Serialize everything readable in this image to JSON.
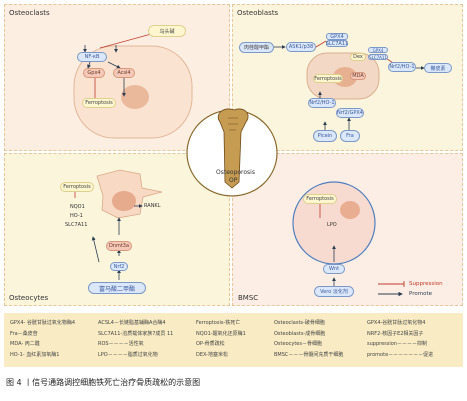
{
  "panels": {
    "osteoclasts": "Osteoclasts",
    "osteoblasts": "Osteoblasts",
    "osteocytes": "Osteocytes",
    "bmsc": "BMSC",
    "center_title": "Osteoporosis",
    "center_subtitle": "OP"
  },
  "osteoclasts": {
    "drug": "乌头碱",
    "nfkb": "NF-κB",
    "gpx4": "Gpx4",
    "acsl4": "Acsl4",
    "ferroptosis": "Ferroptosis"
  },
  "osteoblasts": {
    "drug": "肉桂酸甲酯",
    "ask1": "ASK1/p38",
    "gpx4": "GPX4",
    "slc7a11": "SLC7A11",
    "gpx4_b": "GPX4",
    "slc7a11_b": "SLC7A11",
    "dex": "Dex",
    "ferroptosis": "Ferroptosis",
    "mda": "MDA",
    "nrf2ho1_right": "Nrf2/HO-1",
    "drug_right": "槲皮素",
    "nrf2ho1": "Nrf2/HO-1",
    "nrf2gpx4": "Nrf2/GPX4",
    "picein": "Picein",
    "fra": "Fra"
  },
  "osteocytes": {
    "ferroptosis": "Ferroptosis",
    "nqo1": "NQO1",
    "ho1": "HO-1",
    "slc7a11": "SLC7A11",
    "rankl": "RANKL",
    "dnmt3a": "Dnmt3a",
    "nrf2": "Nrf2",
    "drug": "富马酸二甲酯"
  },
  "bmsc": {
    "ferroptosis": "Ferroptosis",
    "lpo": "LPO",
    "wnt": "Wnt",
    "drug": "Vero 淡化剂"
  },
  "legend": {
    "suppression": "Suppression",
    "promote": "Promote"
  },
  "glossary": [
    [
      "GPX4- 谷胱甘肽过氧化物酶4",
      "Fra－桑皮苷",
      "MDA- 丙二醛",
      "HO-1- 血红素加氧酶1"
    ],
    [
      "ACSL4－长链脂基辅酶A合酶4",
      "SLC7A11-溶质载体家族7成员 11",
      "ROS－－－－活性氧",
      "LPO－－－－脂质过氧化物"
    ],
    [
      "Ferroptosis-铁死亡",
      "NQO1-醌氧化还原酶1",
      "OP-骨质疏松",
      "DEX-地塞米松"
    ],
    [
      "Osteoclasts-破骨细胞",
      "Osteoblasts-成骨细胞",
      "Osteocytes－骨细胞",
      "BMSC－－－骨髓间充质干细胞"
    ],
    [
      "GPX4-谷胱甘肽过氧化物4",
      "NRF2-核因子E2相关因子",
      "suppression－－－－抑制",
      "promote－－－－－－－促进"
    ]
  ],
  "caption": "图 4 丨信号通路调控细胞铁死亡治疗骨质疏松的示意图",
  "colors": {
    "suppression": "#c0392b",
    "promote": "#2c3e50",
    "node_blue": "#dbe7fb",
    "node_yellow": "#fdf6cf"
  }
}
